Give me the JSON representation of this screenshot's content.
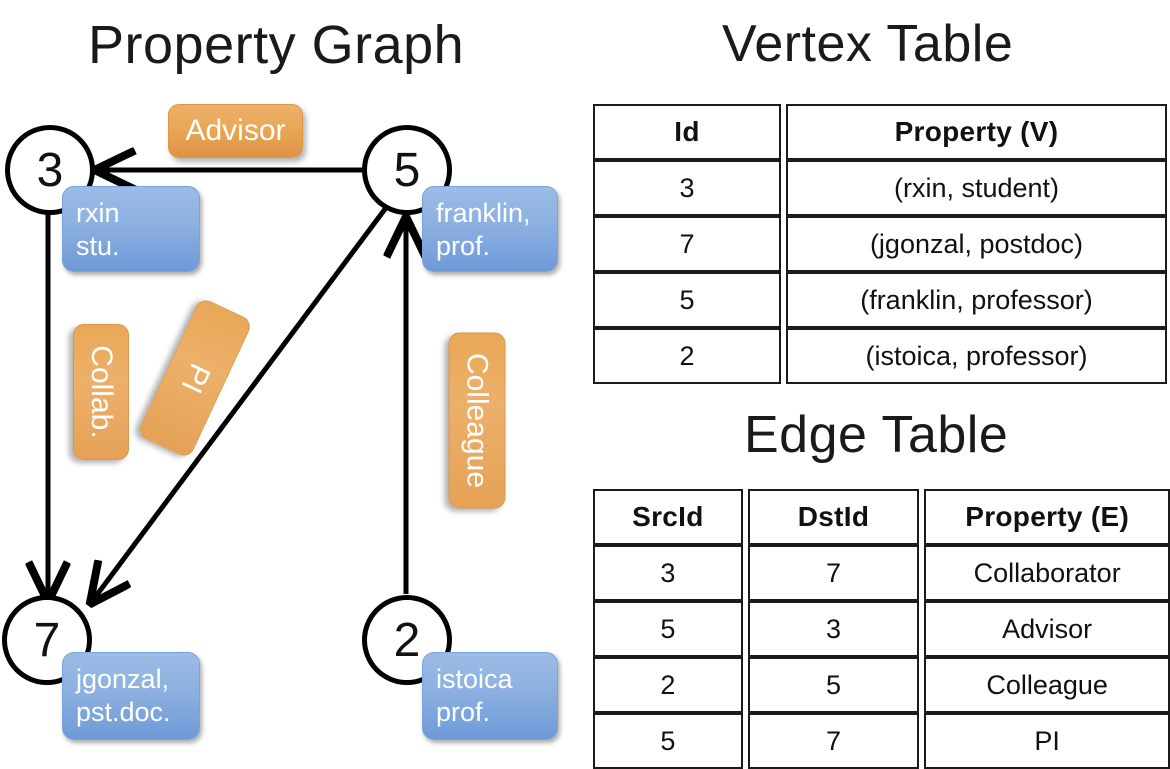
{
  "page": {
    "background": "#ffffff",
    "accent_vertex": "#d3dff1",
    "accent_edge": "#f6ddc3",
    "node_fill": "#ffffff",
    "property_box_fill": "#8cb0e0",
    "edge_label_fill": "#e9a857"
  },
  "graph": {
    "title": "Property Graph",
    "nodes": [
      {
        "id": "3",
        "property_lines": [
          "rxin",
          "stu."
        ]
      },
      {
        "id": "5",
        "property_lines": [
          "franklin,",
          "prof."
        ]
      },
      {
        "id": "7",
        "property_lines": [
          "jgonzal,",
          "pst.doc."
        ]
      },
      {
        "id": "2",
        "property_lines": [
          "istoica",
          "prof."
        ]
      }
    ],
    "edge_labels": [
      {
        "text": "Advisor",
        "orientation": "horizontal"
      },
      {
        "text": "Collab.",
        "orientation": "vertical"
      },
      {
        "text": "PI",
        "orientation": "diagonal"
      },
      {
        "text": "Colleague",
        "orientation": "vertical"
      }
    ]
  },
  "vertex_table": {
    "title": "Vertex Table",
    "columns": [
      "Id",
      "Property (V)"
    ],
    "rows": [
      {
        "id": "3",
        "property": "(rxin, student)"
      },
      {
        "id": "7",
        "property": "(jgonzal, postdoc)"
      },
      {
        "id": "5",
        "property": "(franklin, professor)"
      },
      {
        "id": "2",
        "property": "(istoica, professor)"
      }
    ]
  },
  "edge_table": {
    "title": "Edge Table",
    "columns": [
      "SrcId",
      "DstId",
      "Property (E)"
    ],
    "rows": [
      {
        "src": "3",
        "dst": "7",
        "property": "Collaborator"
      },
      {
        "src": "5",
        "dst": "3",
        "property": "Advisor"
      },
      {
        "src": "2",
        "dst": "5",
        "property": "Colleague"
      },
      {
        "src": "5",
        "dst": "7",
        "property": "PI"
      }
    ]
  }
}
